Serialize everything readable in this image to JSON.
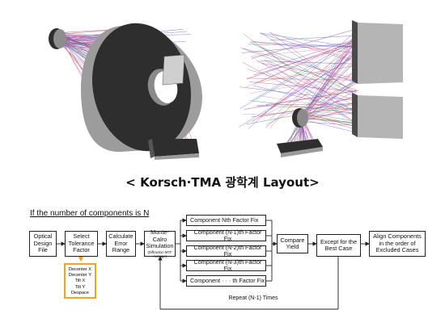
{
  "caption": "< Korsch·TMA 광학계 Layout>",
  "condition": "If the number of components is N",
  "flow": {
    "optical": "Optical\nDesign\nFile",
    "select": "Select\nTolerance\nFactor",
    "calculate": "Calculate\nError\nRange",
    "monte": "Monte-Calro\nSimulation",
    "monte_note": "(Diffraction MTF\nAverage)",
    "compare": "Compare\nYield",
    "except": "Except for the\nBest Case",
    "align": "Align Components\nin the order of\nExcluded Cases"
  },
  "components": [
    "Component Nth Factor Fix",
    "Component (N-1)th Factor Fix",
    "Component (N-2)th Factor Fix",
    "Component (N-3)th Factor Fix",
    "Component · · · th Factor Fix"
  ],
  "tolerance_factors": [
    "Decenter X",
    "Decenter Y",
    "Tilt X",
    "Tilt Y",
    "Despace"
  ],
  "repeat": "Repeat\n(N-1) Times",
  "colors": {
    "tolerance_highlight": "#f2a51a",
    "mirror_face": "#2b2b2b",
    "mirror_side": "#9a9a9a"
  }
}
